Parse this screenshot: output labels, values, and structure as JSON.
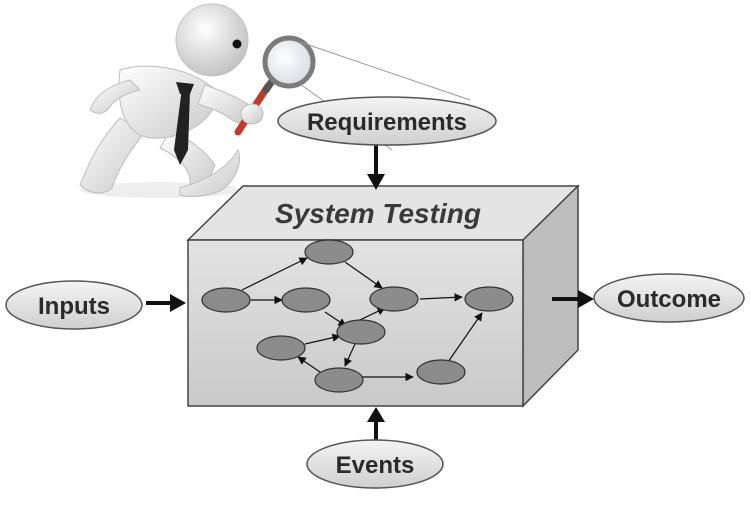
{
  "title": "System Testing",
  "inputs": {
    "requirements": "Requirements",
    "inputs": "Inputs",
    "events": "Events"
  },
  "output": {
    "outcome": "Outcome"
  },
  "colors": {
    "bubble_fill": "#e2e2e2",
    "bubble_stroke": "#555555",
    "box_front": "#d4d4d4",
    "box_top": "#e6e6e6",
    "box_side": "#bdbdbd",
    "node_fill": "#8c8c8c",
    "arrow": "#111111"
  },
  "icons": {
    "figure": "magnifying-glass-inspector-icon"
  }
}
